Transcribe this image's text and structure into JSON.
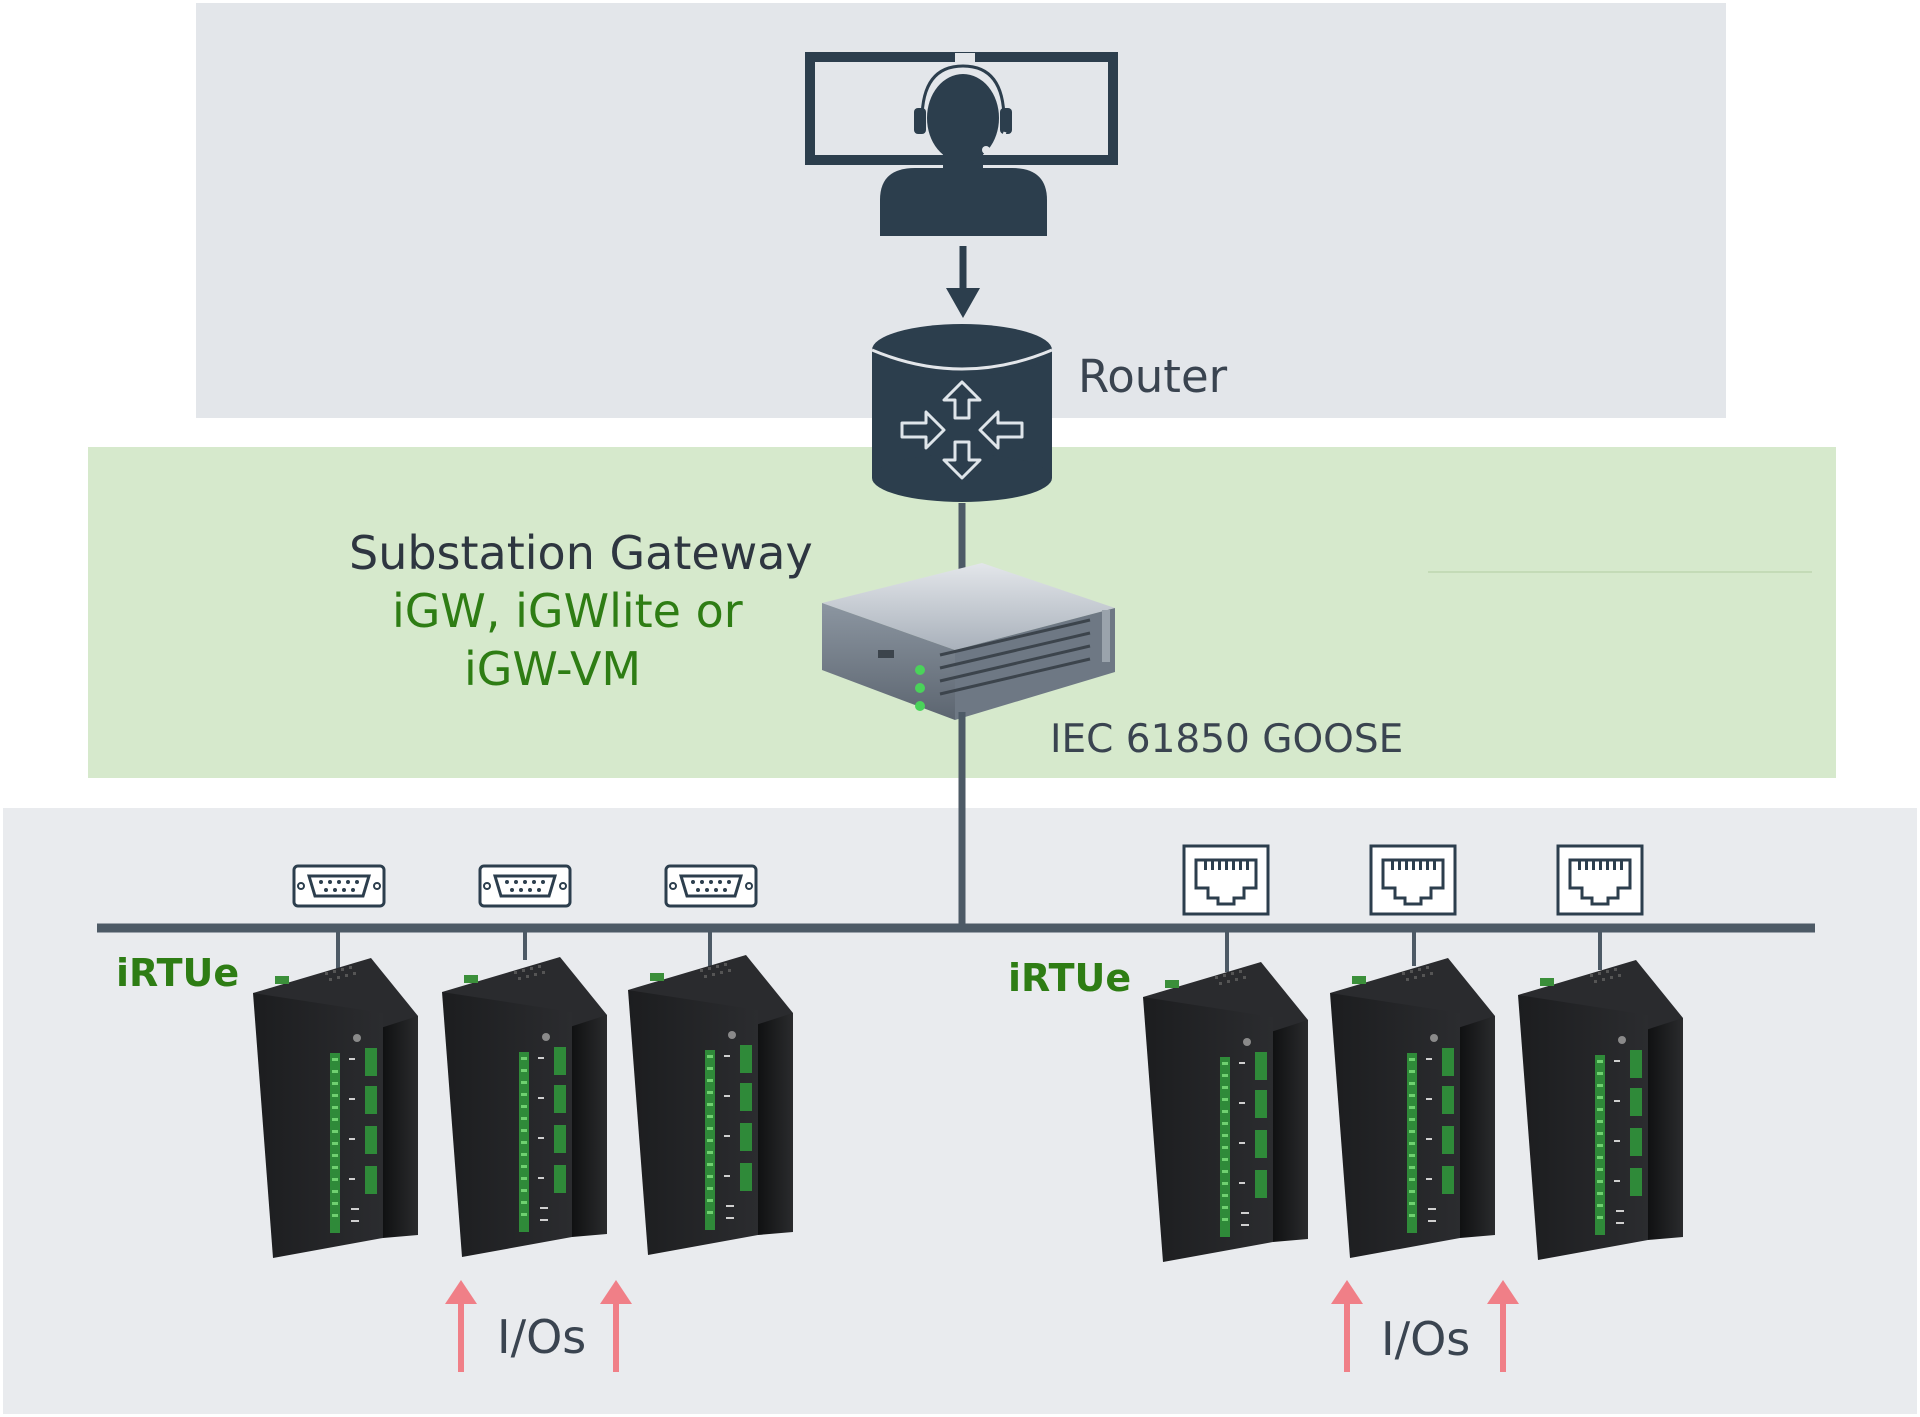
{
  "router": {
    "label": "Router"
  },
  "gateway": {
    "title": "Substation Gateway",
    "line1": "iGW, iGWlite or",
    "line2": "iGW-VM"
  },
  "bus": {
    "protocol_label": "IEC 61850 GOOSE"
  },
  "groups": [
    {
      "label": "iRTUe",
      "io_label": "I/Os",
      "port_type": "serial-port-icon"
    },
    {
      "label": "iRTUe",
      "io_label": "I/Os",
      "port_type": "ethernet-port-icon"
    }
  ],
  "colors": {
    "control_zone": "#e3e6ea",
    "gateway_zone": "#d6e9cc",
    "field_zone": "#e9ebee",
    "dark_icon": "#2c3e4d",
    "accent_green": "#2e7d14",
    "io_arrow": "#f07f87"
  }
}
